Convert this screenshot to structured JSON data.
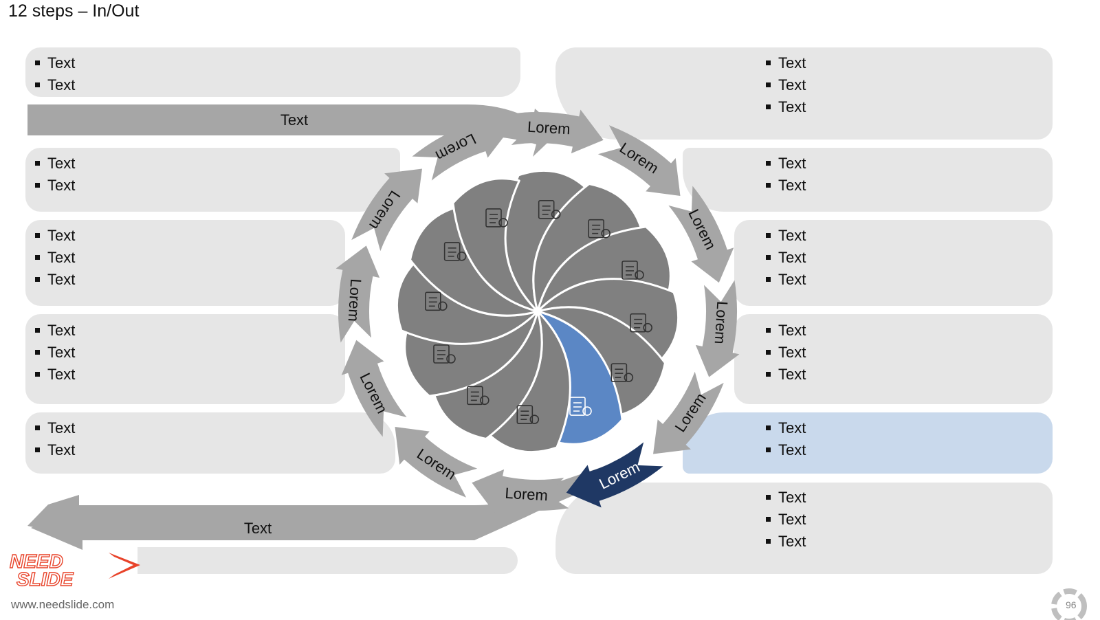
{
  "title": "12 steps – In/Out",
  "colors": {
    "box": "#e6e6e6",
    "box_active": "#c9d9ec",
    "arrow": "#a6a6a6",
    "arrow_active": "#1f3864",
    "petal": "#808080",
    "petal_active": "#5b87c5"
  },
  "input_arrow_label": "Text",
  "output_arrow_label": "Text",
  "step_labels": [
    "Lorem",
    "Lorem",
    "Lorem",
    "Lorem",
    "Lorem",
    "Lorem",
    "Lorem",
    "Lorem",
    "Lorem",
    "Lorem",
    "Lorem",
    "Lorem"
  ],
  "petal_icons": [
    "valve-icon",
    "id-card-icon",
    "database-lock-icon",
    "team-icon",
    "documents-icon",
    "binders-calculator-icon",
    "growth-chart-icon",
    "reports-icon",
    "mobile-upload-icon",
    "report-chart-icon",
    "binders-coins-icon",
    "coins-plant-icon"
  ],
  "left_boxes": [
    {
      "items": [
        "Text",
        "Text"
      ]
    },
    {
      "items": [
        "Text",
        "Text"
      ]
    },
    {
      "items": [
        "Text",
        "Text",
        "Text"
      ]
    },
    {
      "items": [
        "Text",
        "Text",
        "Text"
      ]
    },
    {
      "items": [
        "Text",
        "Text"
      ]
    }
  ],
  "right_boxes": [
    {
      "items": [
        "Text",
        "Text",
        "Text"
      ]
    },
    {
      "items": [
        "Text",
        "Text"
      ]
    },
    {
      "items": [
        "Text",
        "Text",
        "Text"
      ]
    },
    {
      "items": [
        "Text",
        "Text",
        "Text"
      ]
    },
    {
      "items": [
        "Text",
        "Text"
      ]
    },
    {
      "items": [
        "Text",
        "Text",
        "Text"
      ]
    }
  ],
  "logo": {
    "line1": "NEED",
    "line2": "SLIDE",
    "url": "www.needslide.com"
  },
  "page_number": "96"
}
